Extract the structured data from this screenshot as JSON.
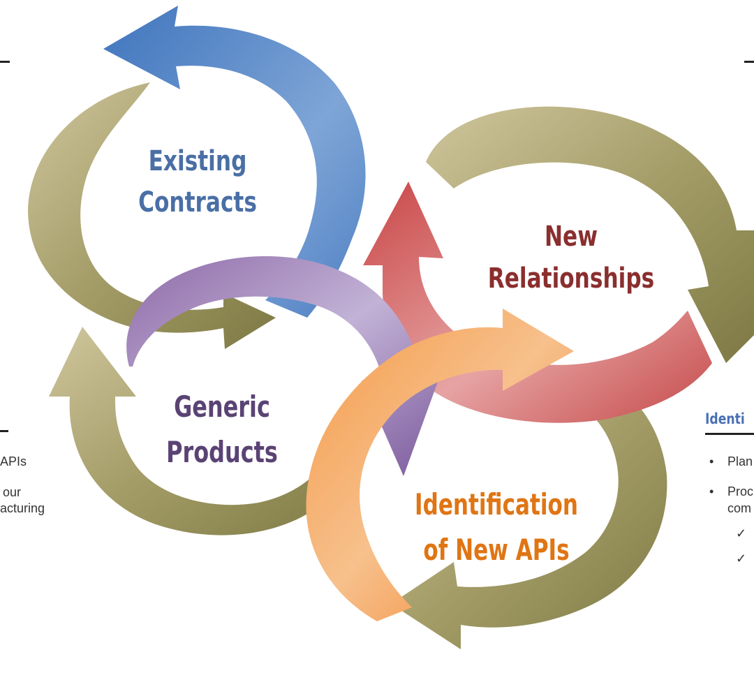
{
  "cycles": [
    {
      "id": "existing",
      "label_line1": "Existing",
      "label_line2": "Contracts",
      "color": "#4a6fa5",
      "arrow_color": "#5f8ec7"
    },
    {
      "id": "new",
      "label_line1": "New",
      "label_line2": "Relationships",
      "color": "#8b2e2e",
      "arrow_color": "#c24848"
    },
    {
      "id": "generic",
      "label_line1": "Generic",
      "label_line2": "Products",
      "color": "#5a4374",
      "arrow_color": "#8e6aa8"
    },
    {
      "id": "identification",
      "label_line1": "Identification",
      "label_line2": "of New APIs",
      "color": "#e07514",
      "arrow_color": "#f48b2c"
    }
  ],
  "olive_color": "#8e8a55",
  "left_partial_text": {
    "line1": "APIs",
    "line2": "our",
    "line3": "acturing"
  },
  "right_panel": {
    "heading": "Identi",
    "heading_color": "#4a6fb5",
    "bullets": [
      {
        "marker": "•",
        "text": "Plan"
      },
      {
        "marker": "•",
        "text": "Proc"
      },
      {
        "marker": "",
        "text": "com"
      },
      {
        "marker": "✓",
        "text": ""
      },
      {
        "marker": "✓",
        "text": ""
      }
    ]
  }
}
